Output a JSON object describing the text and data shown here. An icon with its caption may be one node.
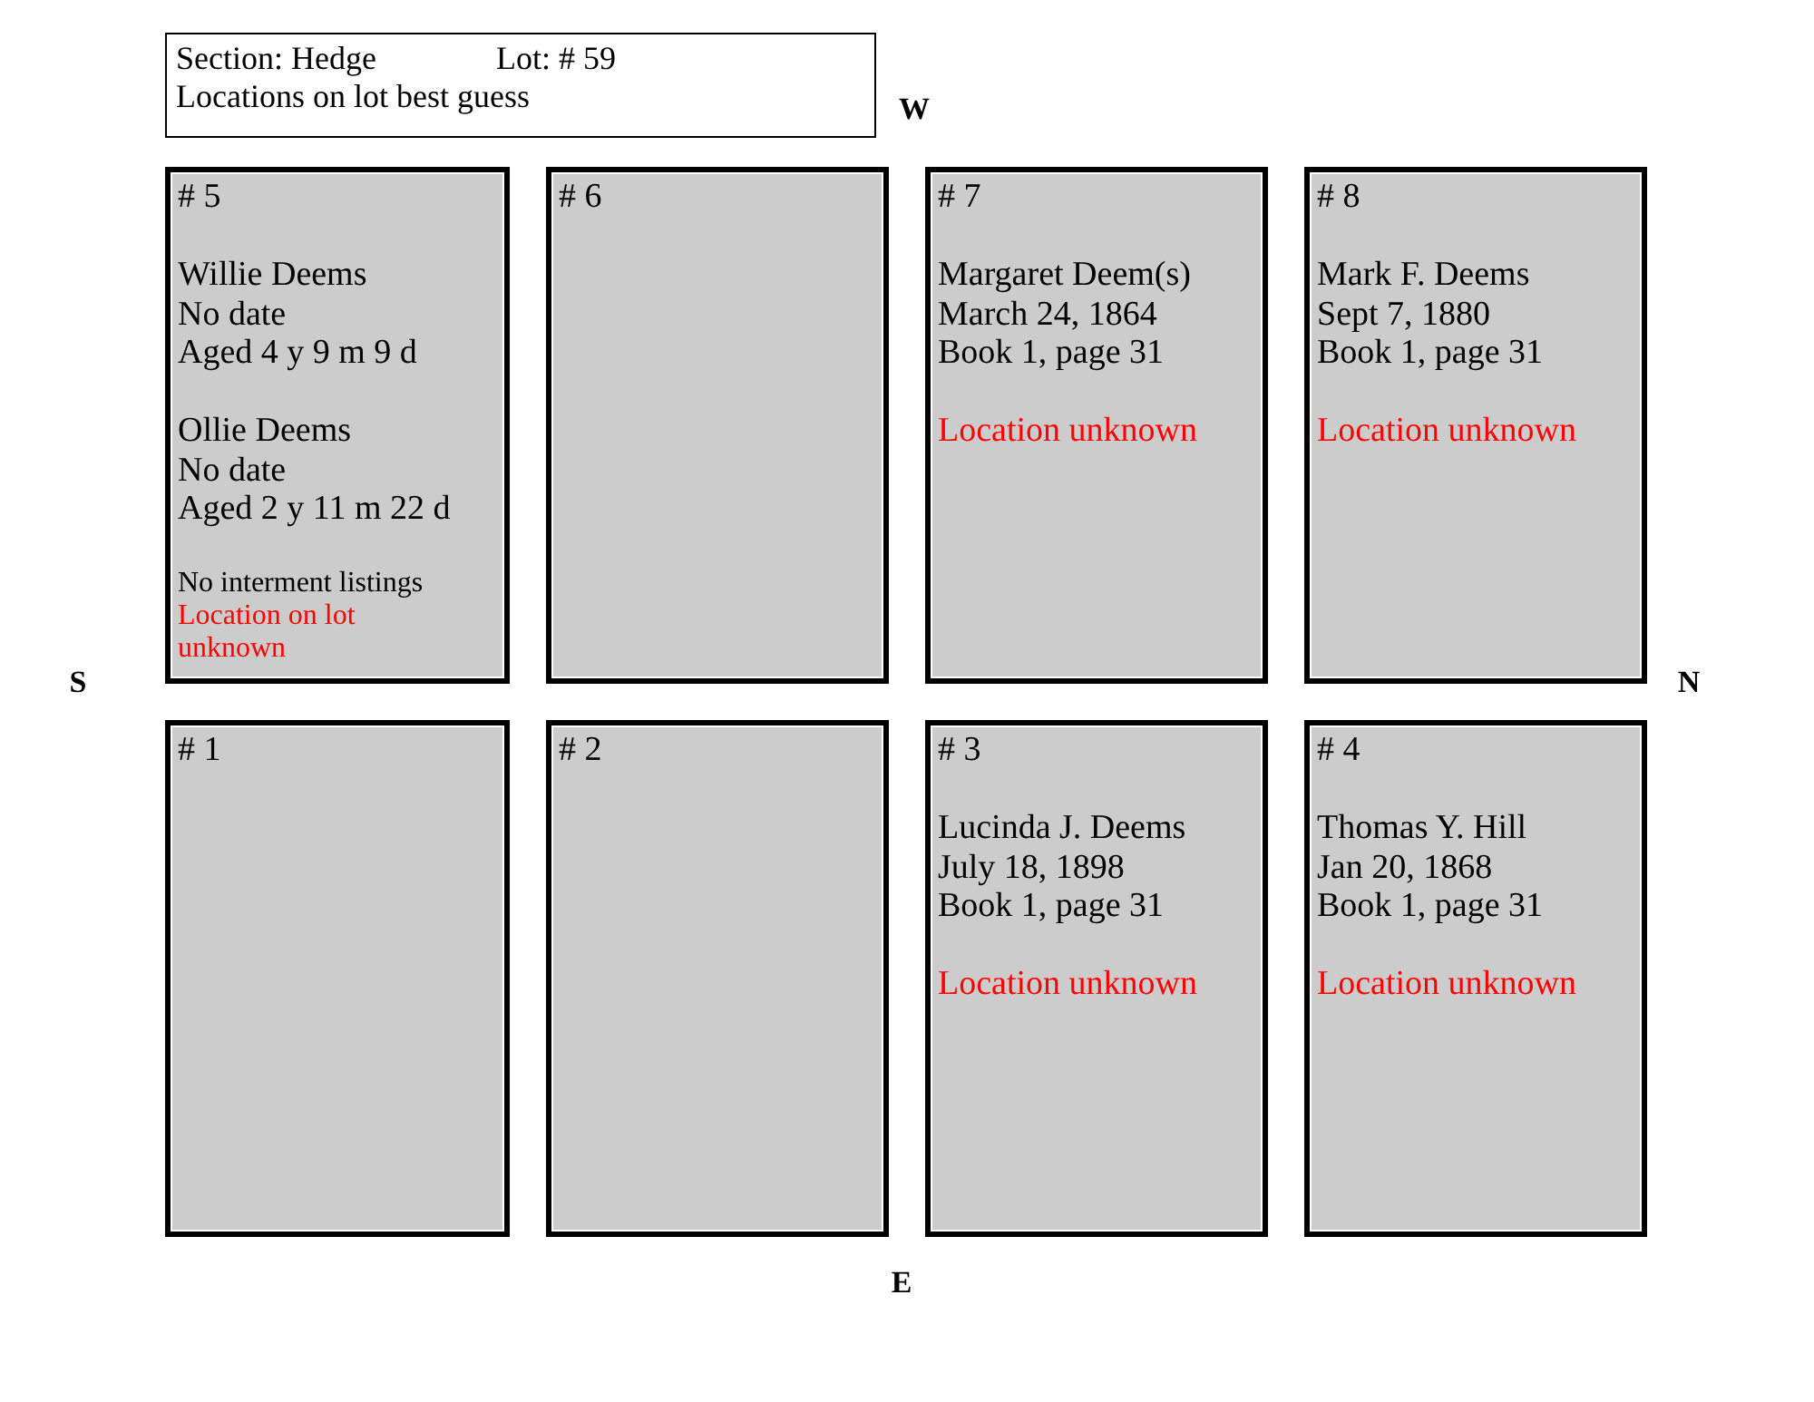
{
  "diagram": {
    "nodes": [
      {
        "text": [
          "Section: Hedge",
          "Lot: # 59",
          "Locations on lot best guess"
        ]
      },
      {
        "text": [
          "# 5",
          "Willie Deems",
          "No date",
          "Aged 4 y 9 m 9 d",
          "Ollie Deems",
          "No date",
          "Aged 2 y 11 m 22 d",
          "No interment listings",
          "Location on lot unknown"
        ]
      },
      {
        "text": [
          "# 6"
        ]
      },
      {
        "text": [
          "# 7",
          "Margaret Deem(s)",
          "March 24, 1864",
          "Book 1, page 31",
          "Location unknown"
        ]
      },
      {
        "text": [
          "# 8",
          "Mark F. Deems",
          "Sept 7, 1880",
          "Book 1, page 31",
          "Location unknown"
        ]
      },
      {
        "text": [
          "# 1"
        ]
      },
      {
        "text": [
          "# 2"
        ]
      },
      {
        "text": [
          "# 3",
          "Lucinda J. Deems",
          "July 18, 1898",
          "Book 1, page 31",
          "Location unknown"
        ]
      },
      {
        "text": [
          "# 4",
          "Thomas Y. Hill",
          "Jan 20, 1868",
          "Book 1, page 31",
          "Location unknown"
        ]
      }
    ],
    "labels": [
      "W",
      "S",
      "N",
      "E"
    ]
  }
}
